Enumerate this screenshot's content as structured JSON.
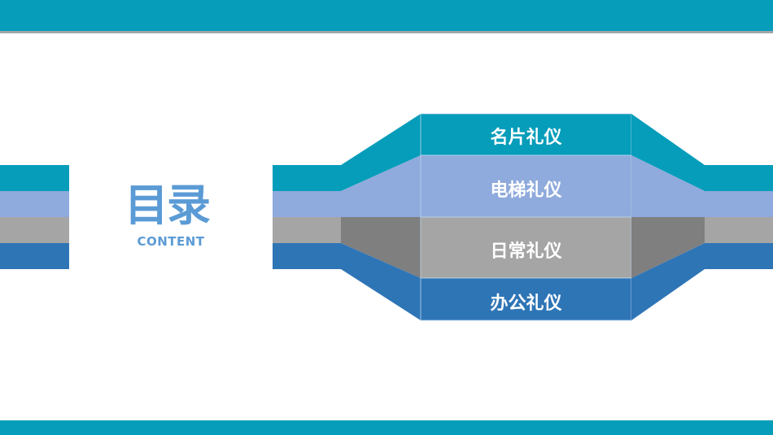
{
  "title": "目录",
  "subtitle": "CONTENT",
  "items": [
    {
      "label": "名片礼仪",
      "color": "#059DBA"
    },
    {
      "label": "电梯礼仪",
      "color": "#8FAADC"
    },
    {
      "label": "日常礼仪",
      "color": "#A5A5A5"
    },
    {
      "label": "办公礼仪",
      "color": "#2E75B6"
    }
  ],
  "colors": {
    "accent": "#059DBA",
    "title": "#5B9BD5",
    "dark_gray": "#7F7F7F"
  }
}
